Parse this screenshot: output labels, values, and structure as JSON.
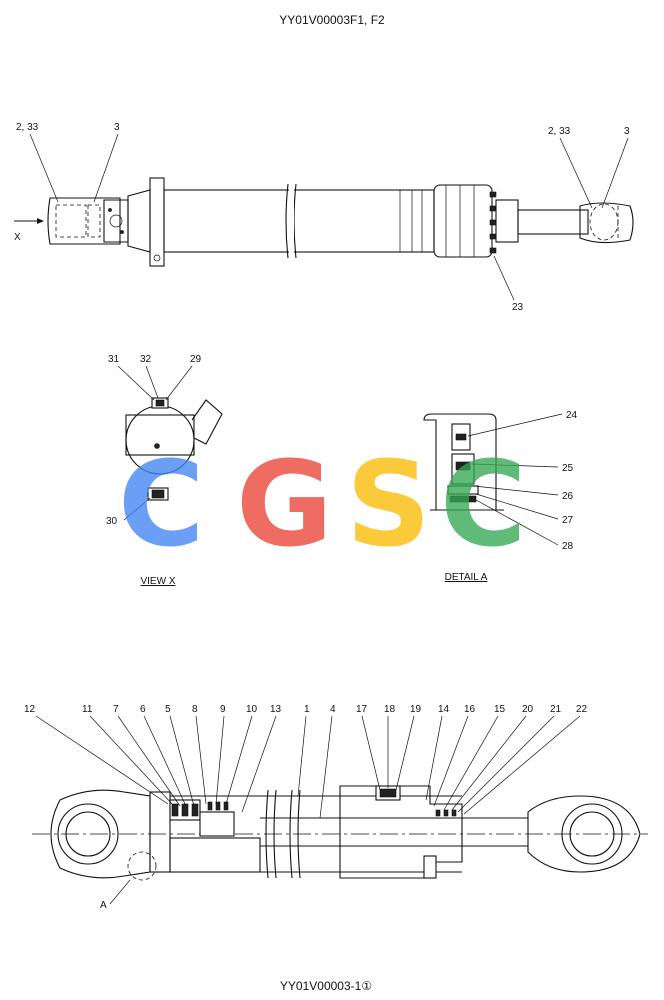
{
  "header_code": "YY01V00003F1, F2",
  "footer_code": "YY01V00003-1①",
  "watermark": {
    "letters": [
      "C",
      "G",
      "S",
      "C"
    ],
    "colors": [
      "#4285f4",
      "#ea4335",
      "#fbbc05",
      "#34a853"
    ]
  },
  "views": {
    "view_x": "VIEW X",
    "detail_a": "DETAIL A",
    "x_marker": "X",
    "a_marker": "A"
  },
  "top_labels": {
    "left_pair": "2, 33",
    "left_single": "3",
    "right_pair": "2, 33",
    "right_single": "3",
    "bottom": "23"
  },
  "view_x_labels": {
    "l31": "31",
    "l32": "32",
    "l29": "29",
    "l30": "30"
  },
  "detail_labels": {
    "l24": "24",
    "l25": "25",
    "l26": "26",
    "l27": "27",
    "l28": "28"
  },
  "section_labels": {
    "l12": "12",
    "l11": "11",
    "l7": "7",
    "l6": "6",
    "l5": "5",
    "l8": "8",
    "l9": "9",
    "l10": "10",
    "l13": "13",
    "l1": "1",
    "l4": "4",
    "l17": "17",
    "l18": "18",
    "l19": "19",
    "l14": "14",
    "l16": "16",
    "l15": "15",
    "l20": "20",
    "l21": "21",
    "l22": "22"
  }
}
